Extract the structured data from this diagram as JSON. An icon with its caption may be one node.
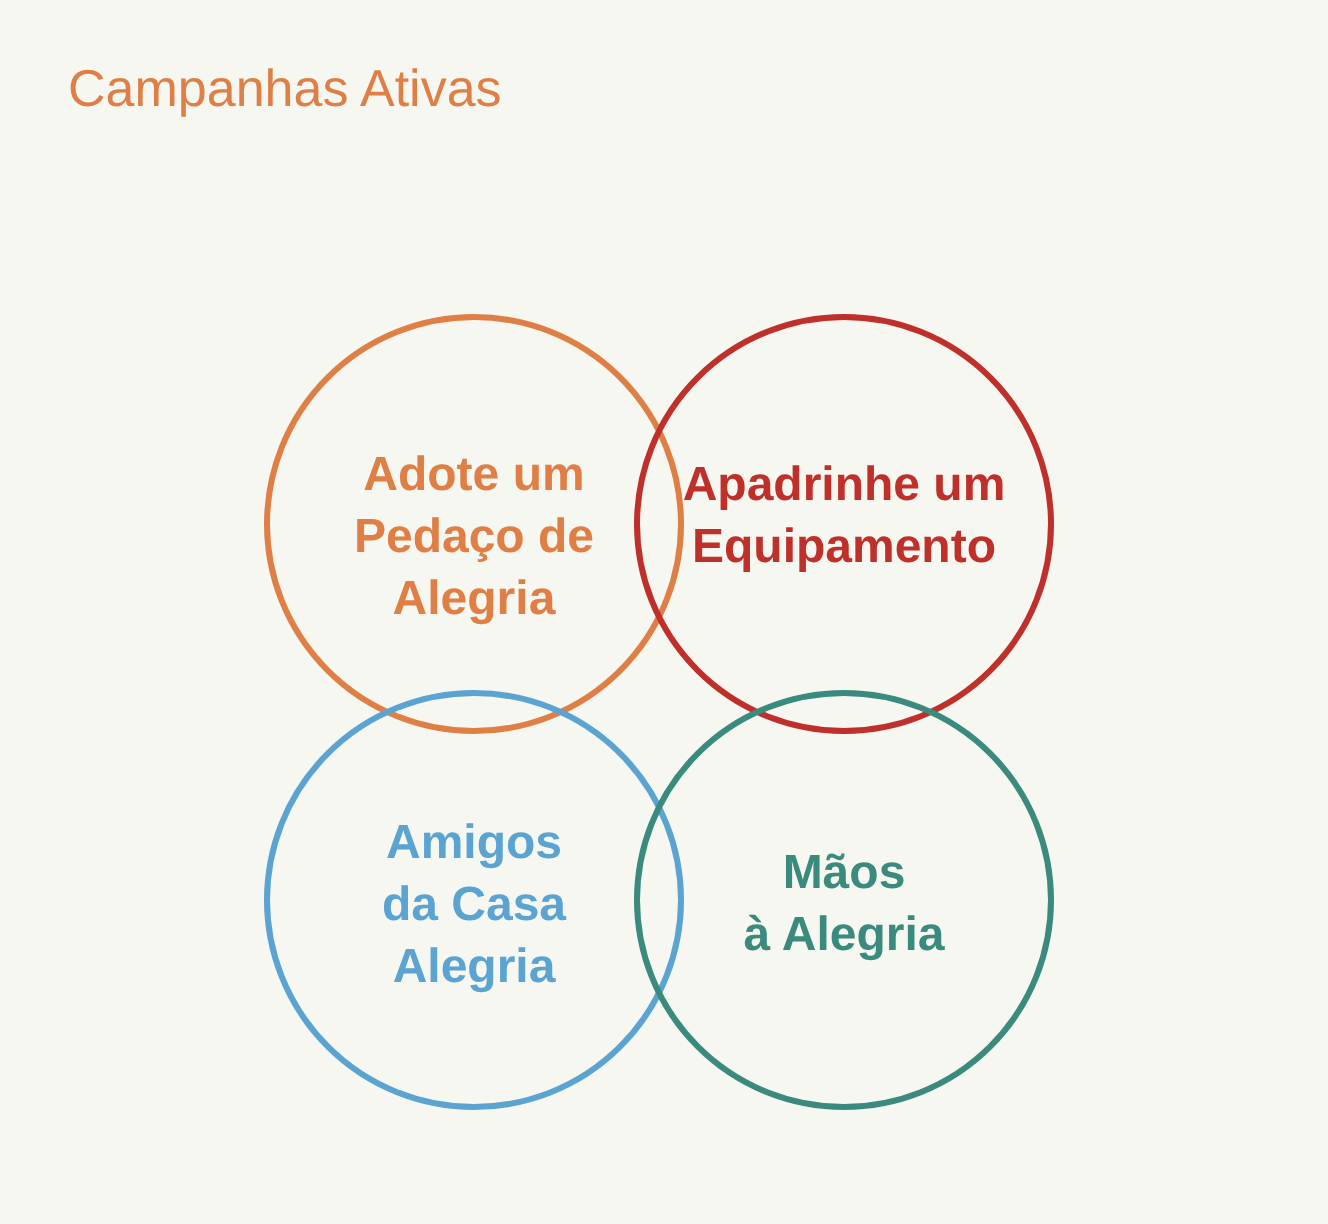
{
  "diagram": {
    "title": "Campanhas Ativas",
    "nodes": [
      {
        "text": [
          "Adote um Pedaço de Alegria"
        ]
      },
      {
        "text": [
          "Apadrinhe um Equipamento"
        ]
      },
      {
        "text": [
          "Amigos da Casa Alegria"
        ]
      },
      {
        "text": [
          "Mãos à Alegria"
        ]
      }
    ]
  }
}
